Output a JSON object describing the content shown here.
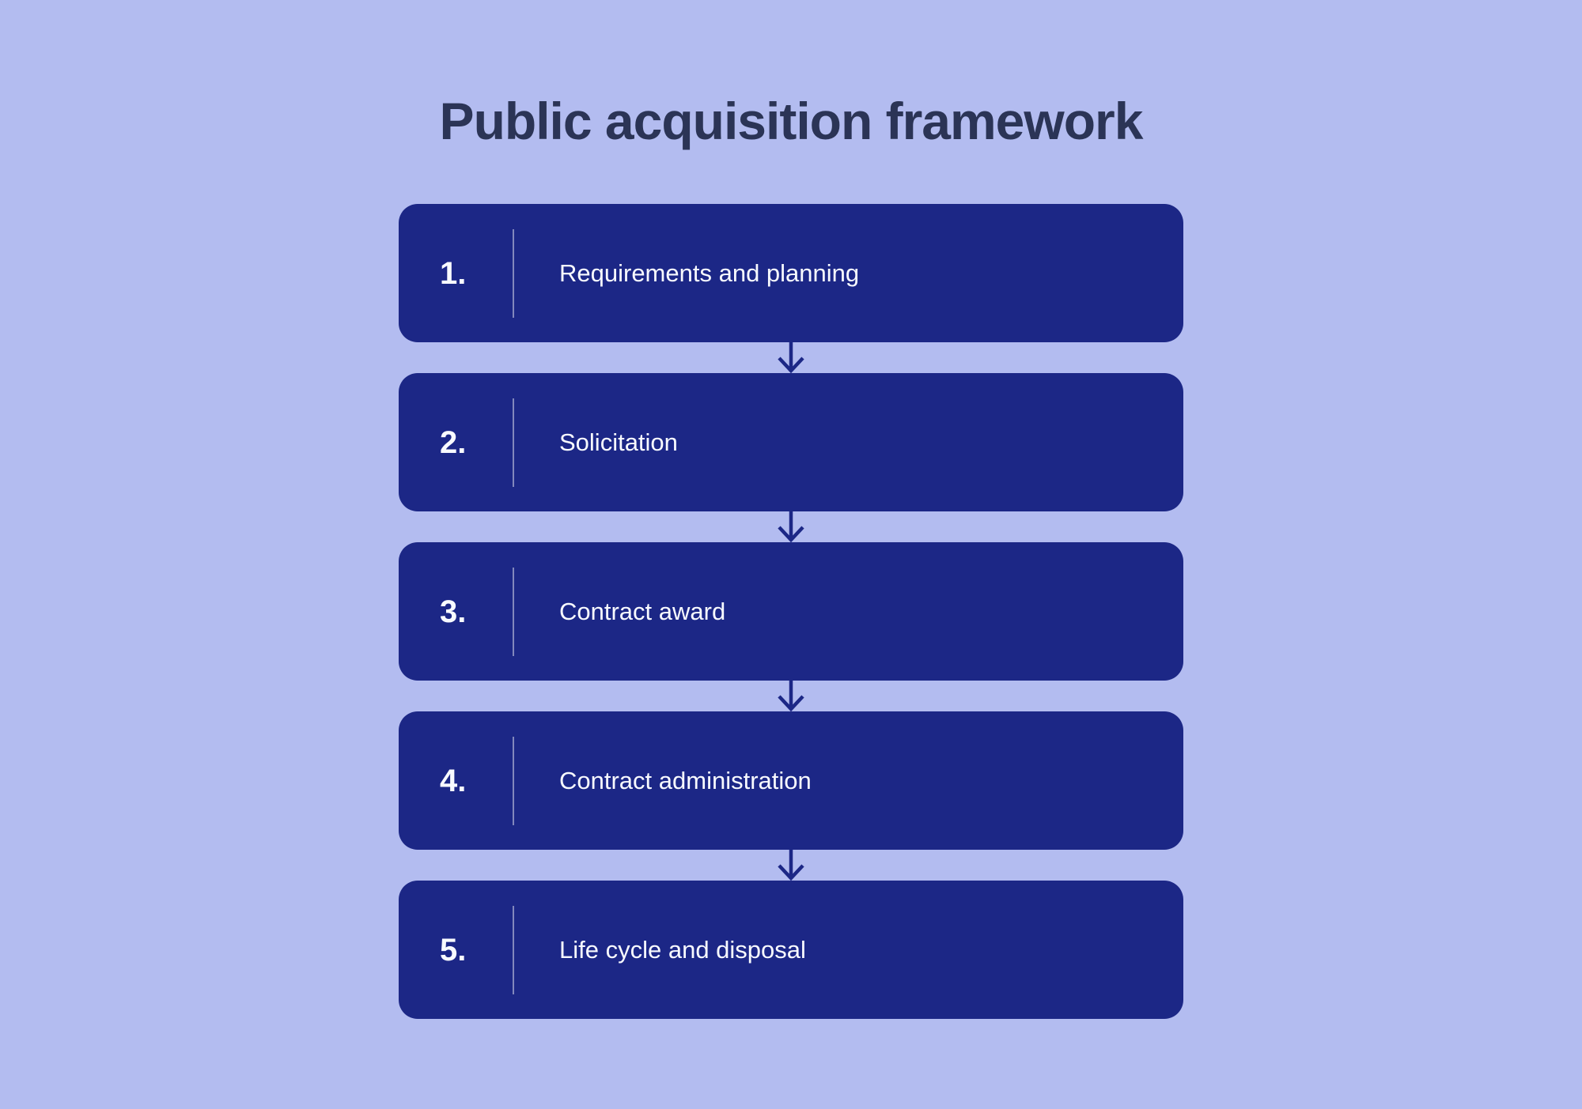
{
  "title": "Public acquisition framework",
  "steps": [
    {
      "number": "1.",
      "label": "Requirements and planning"
    },
    {
      "number": "2.",
      "label": "Solicitation"
    },
    {
      "number": "3.",
      "label": "Contract award"
    },
    {
      "number": "4.",
      "label": "Contract administration"
    },
    {
      "number": "5.",
      "label": "Life cycle and disposal"
    }
  ],
  "icons": {
    "between_steps": "arrow-down-icon"
  },
  "colors": {
    "background": "#b3bcf0",
    "box": "#1c2786",
    "title_text": "#2b3456",
    "box_text": "#f8faff",
    "divider": "rgba(255,255,255,0.45)",
    "arrow": "#1c2786"
  }
}
